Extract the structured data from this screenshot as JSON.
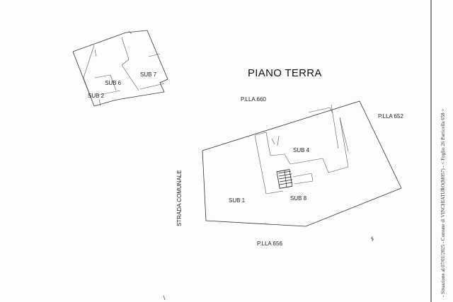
{
  "drawing": {
    "title": "PIANO TERRA",
    "labels": {
      "plla_660": "P.LLA 660",
      "plla_652": "P.LLA 652",
      "plla_656": "P.LLA 656",
      "strada": "STRADA COMUNALE",
      "sub1": "SUB 1",
      "sub2": "SUB 2",
      "sub4": "SUB 4",
      "sub6": "SUB 6",
      "sub7": "SUB 7",
      "sub8": "SUB 8"
    },
    "side_note": "- Situazione al 07/01/2025 - Comune di VINCHIATURO(M057) - < Foglio 26 Particella 658 >"
  }
}
